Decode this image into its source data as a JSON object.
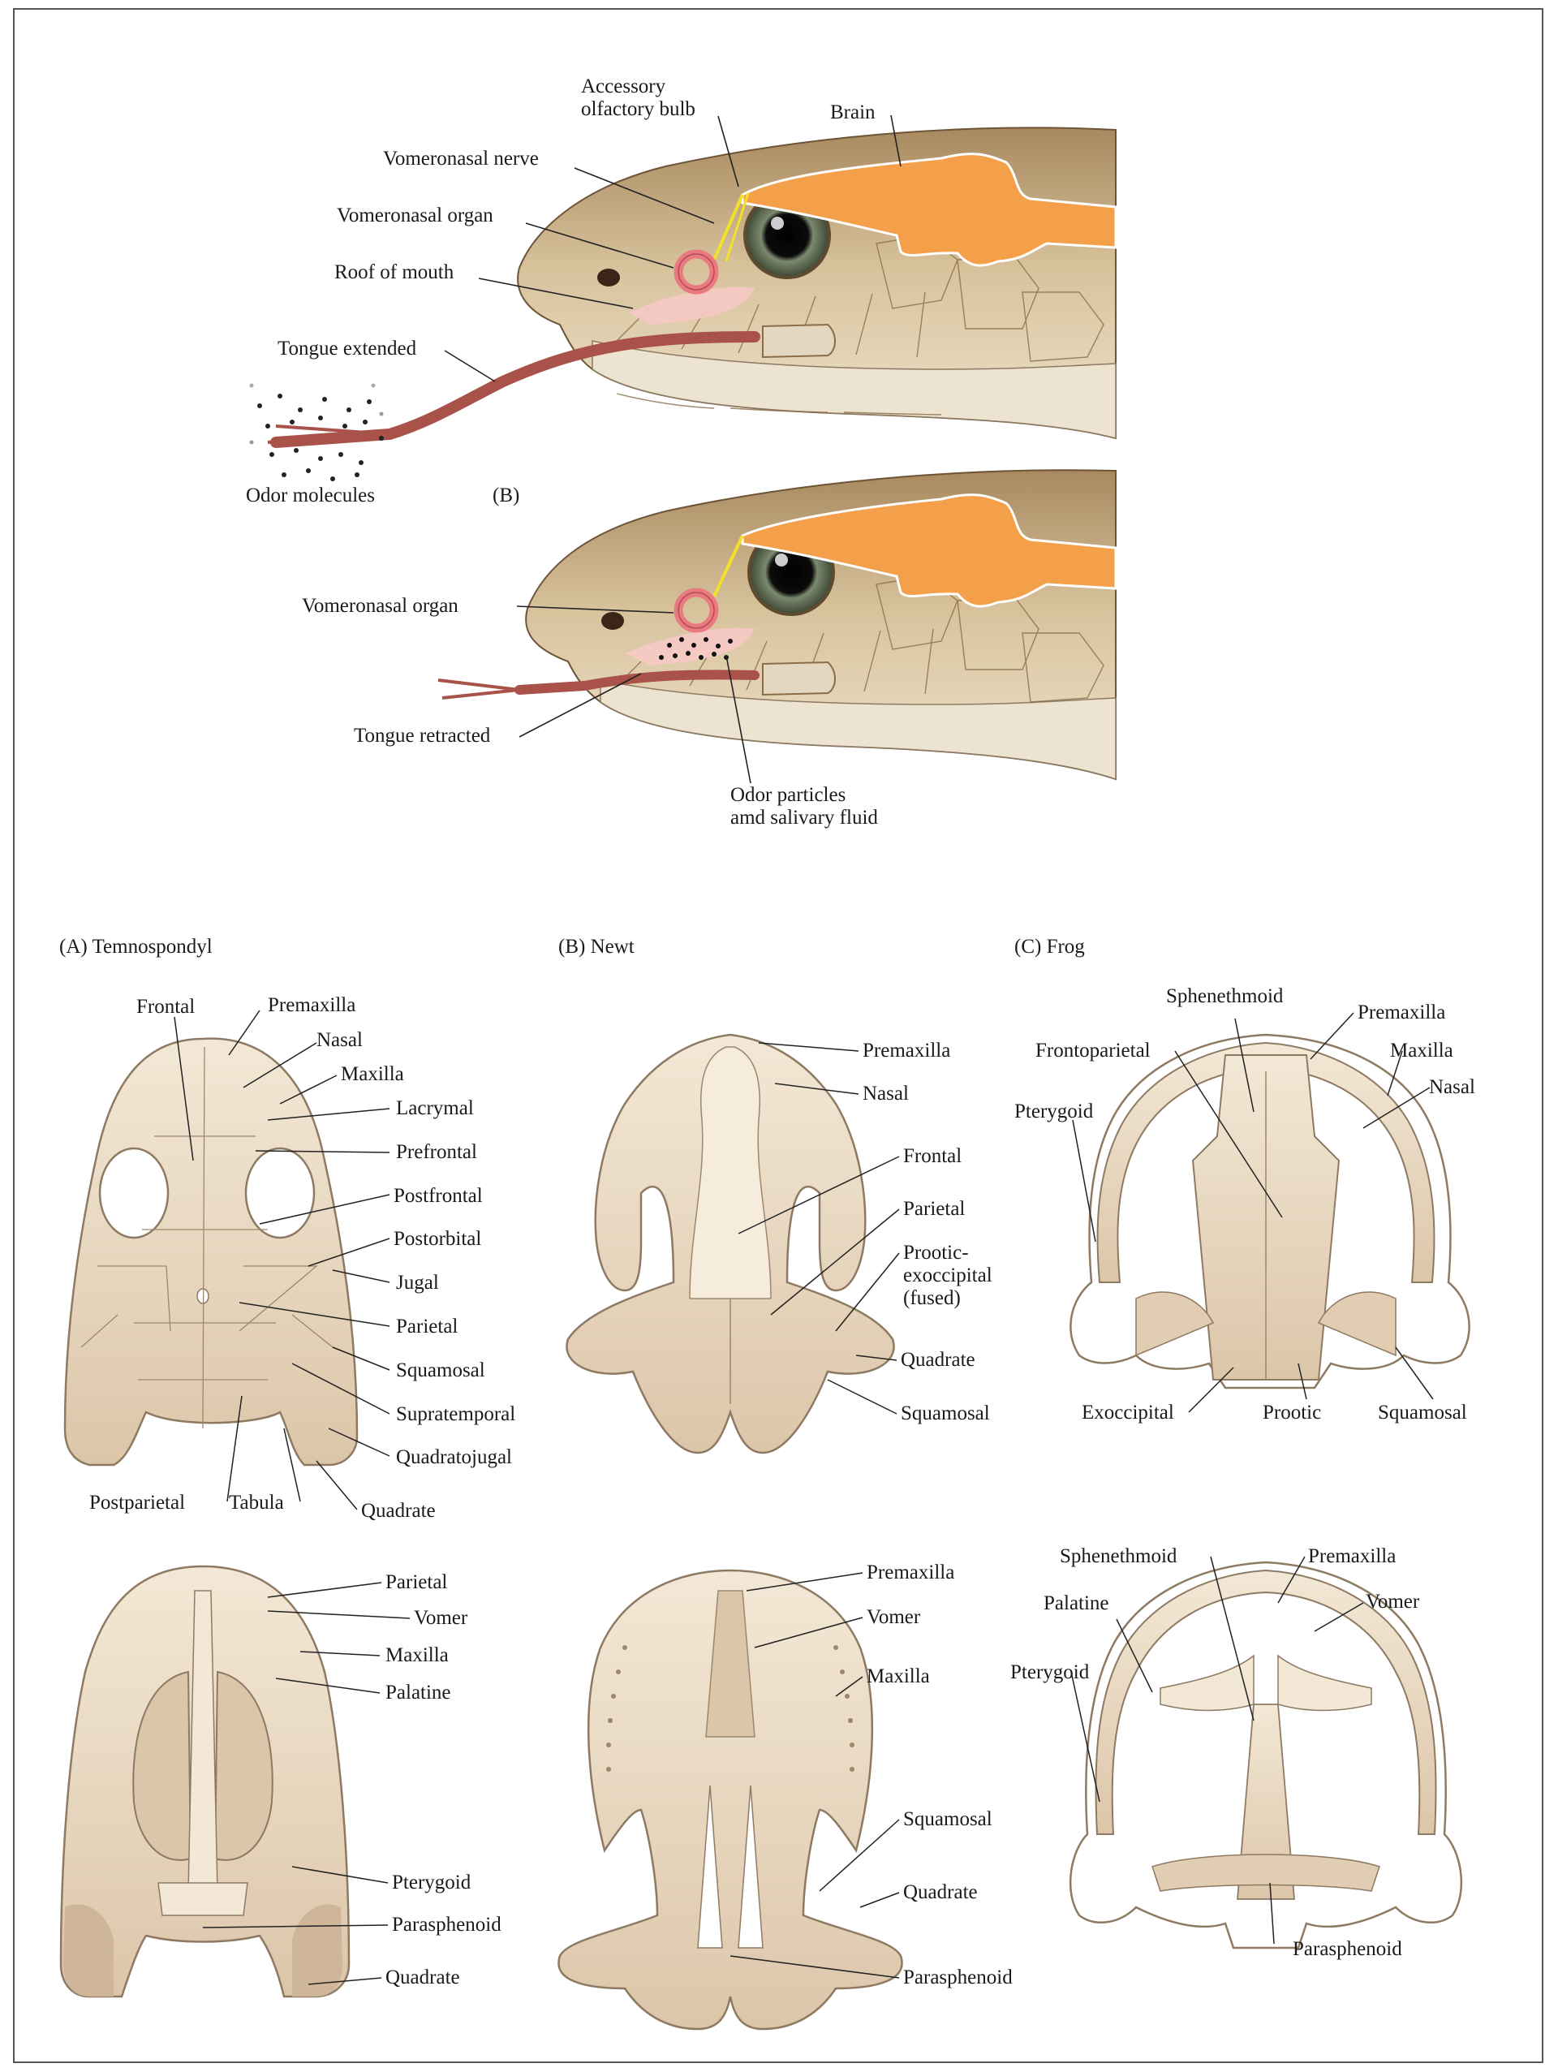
{
  "panel_top": {
    "snake_upper": {
      "accessory_olfactory_bulb": "Accessory\nolfactory bulb",
      "brain": "Brain",
      "vomeronasal_nerve": "Vomeronasal nerve",
      "vomeronasal_organ": "Vomeronasal organ",
      "roof_of_mouth": "Roof of mouth",
      "tongue_extended": "Tongue extended",
      "odor_molecules": "Odor molecules"
    },
    "snake_lower": {
      "panel_letter": "(B)",
      "vomeronasal_organ": "Vomeronasal organ",
      "tongue_retracted": "Tongue retracted",
      "odor_particles": "Odor particles\namd salivary fluid"
    }
  },
  "panel_skulls": {
    "temnospondyl": {
      "title": "(A)  Temnospondyl",
      "dorsal": [
        "Frontal",
        "Premaxilla",
        "Nasal",
        "Maxilla",
        "Lacrymal",
        "Prefrontal",
        "Postfrontal",
        "Postorbital",
        "Jugal",
        "Parietal",
        "Squamosal",
        "Supratemporal",
        "Quadratojugal",
        "Postparietal",
        "Tabula",
        "Quadrate"
      ],
      "ventral": [
        "Parietal",
        "Vomer",
        "Maxilla",
        "Palatine",
        "Pterygoid",
        "Parasphenoid",
        "Quadrate"
      ]
    },
    "newt": {
      "title": "(B)  Newt",
      "dorsal": [
        "Premaxilla",
        "Nasal",
        "Frontal",
        "Parietal",
        "Prootic-\nexoccipital\n(fused)",
        "Quadrate",
        "Squamosal"
      ],
      "ventral": [
        "Premaxilla",
        "Vomer",
        "Maxilla",
        "Squamosal",
        "Quadrate",
        "Parasphenoid"
      ]
    },
    "frog": {
      "title": "(C)  Frog",
      "dorsal": [
        "Sphenethmoid",
        "Premaxilla",
        "Frontoparietal",
        "Maxilla",
        "Pterygoid",
        "Nasal",
        "Exoccipital",
        "Prootic",
        "Squamosal"
      ],
      "ventral": [
        "Sphenethmoid",
        "Premaxilla",
        "Palatine",
        "Vomer",
        "Pterygoid",
        "Parasphenoid"
      ]
    }
  },
  "colors": {
    "snake_skin": "#c9b28a",
    "snake_dark": "#8a6a46",
    "brain": "#f4a04a",
    "tongue": "#a8524a",
    "vomeronasal": "#e87a80",
    "nerve": "#f2e12a",
    "bone": "#efe2cc",
    "bone_shade": "#d6bfa3",
    "bone_outline": "#8e7a63"
  }
}
